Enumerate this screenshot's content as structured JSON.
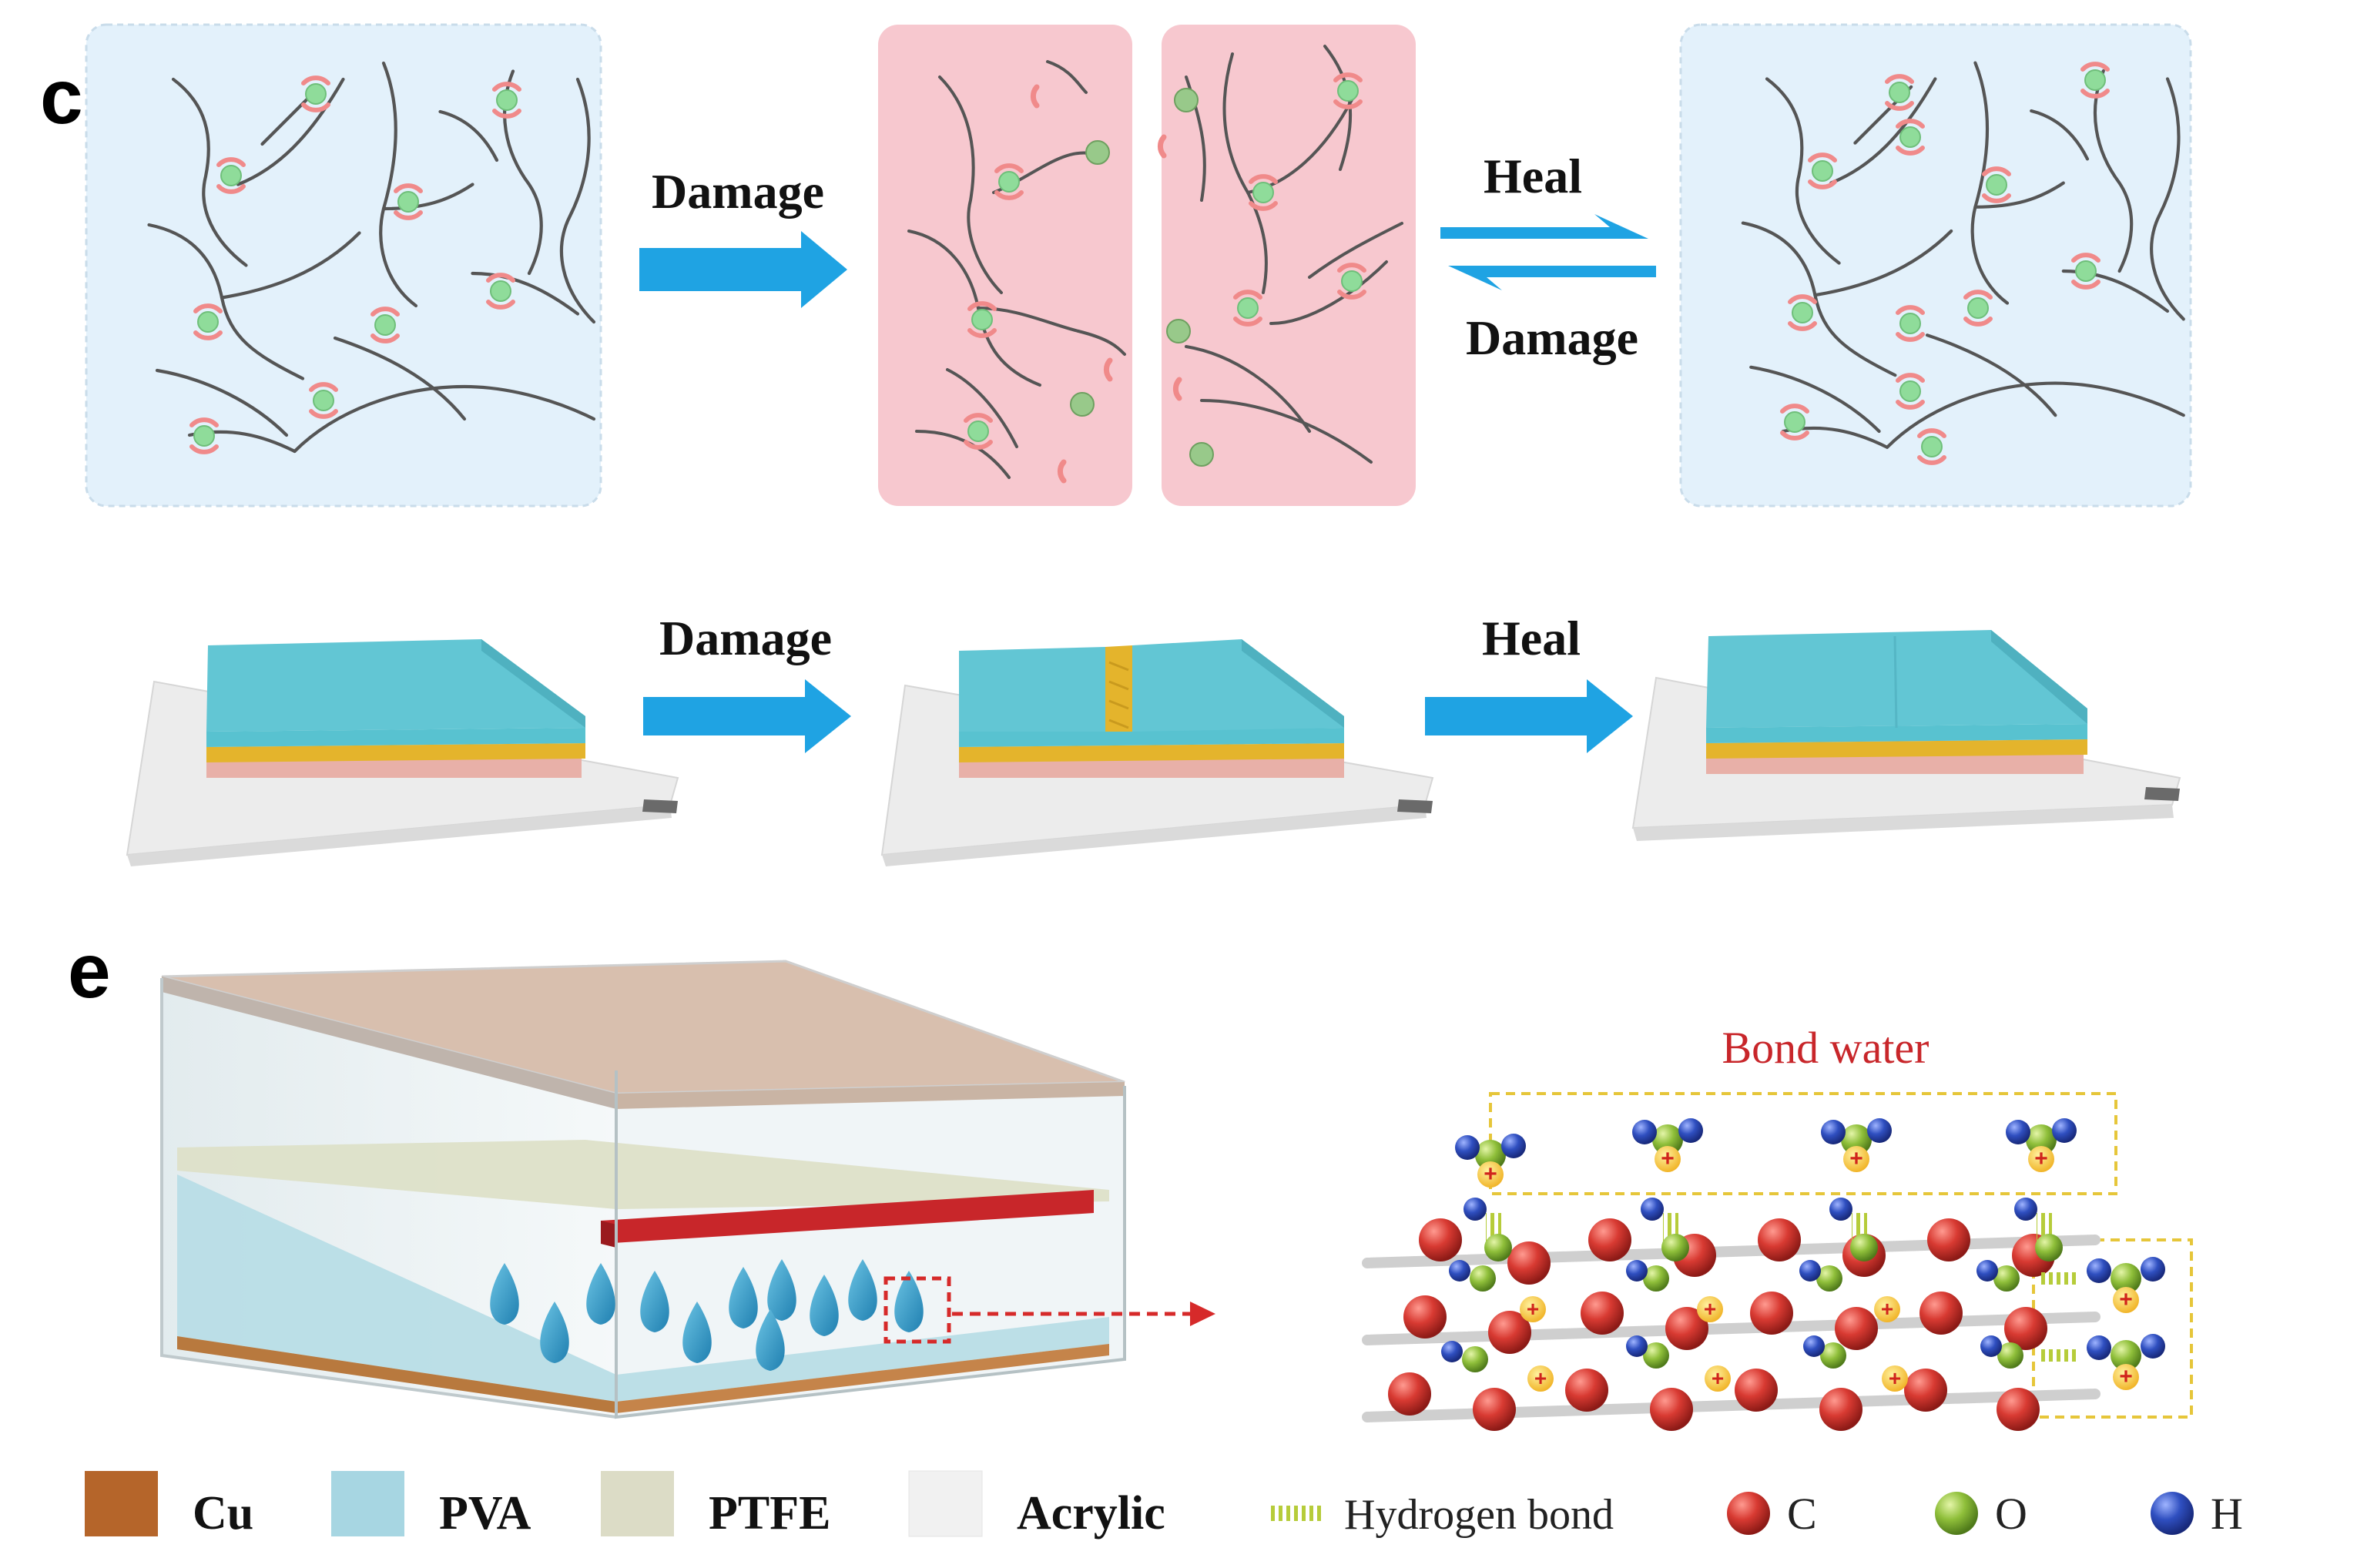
{
  "panel_c": {
    "letter": "c",
    "network_row": {
      "arrow1_label": "Damage",
      "arrow2_top_label": "Heal",
      "arrow2_bottom_label": "Damage"
    },
    "device_row": {
      "arrow1_label": "Damage",
      "arrow2_label": "Heal"
    }
  },
  "panel_e": {
    "letter": "e",
    "molecule_title": "Bond water"
  },
  "legend": {
    "materials": [
      {
        "label": "Cu",
        "color": "#b5652a"
      },
      {
        "label": "PVA",
        "color": "#a7d6e2"
      },
      {
        "label": "PTFE",
        "color": "#dcdcc6"
      },
      {
        "label": "Acrylic",
        "color": "#f1f1f1"
      }
    ],
    "hydrogen_bond": {
      "label": "Hydrogen bond",
      "color": "#b6cc3a"
    },
    "atoms": [
      {
        "label": "C",
        "color": "#d83a32"
      },
      {
        "label": "O",
        "color": "#8fbf3a"
      },
      {
        "label": "H",
        "color": "#2f4fc0"
      }
    ]
  },
  "colors": {
    "arrow": "#1fa3e3",
    "panel_blue": "#e3f1fb",
    "panel_pink": "#f7c8cf",
    "chain": "#555555",
    "pva_top": "#58c2d0",
    "gold": "#e4b42c",
    "pink_layer": "#e8b0a8",
    "red_accent": "#c8262a",
    "dash_yellow": "#e6c63a"
  }
}
